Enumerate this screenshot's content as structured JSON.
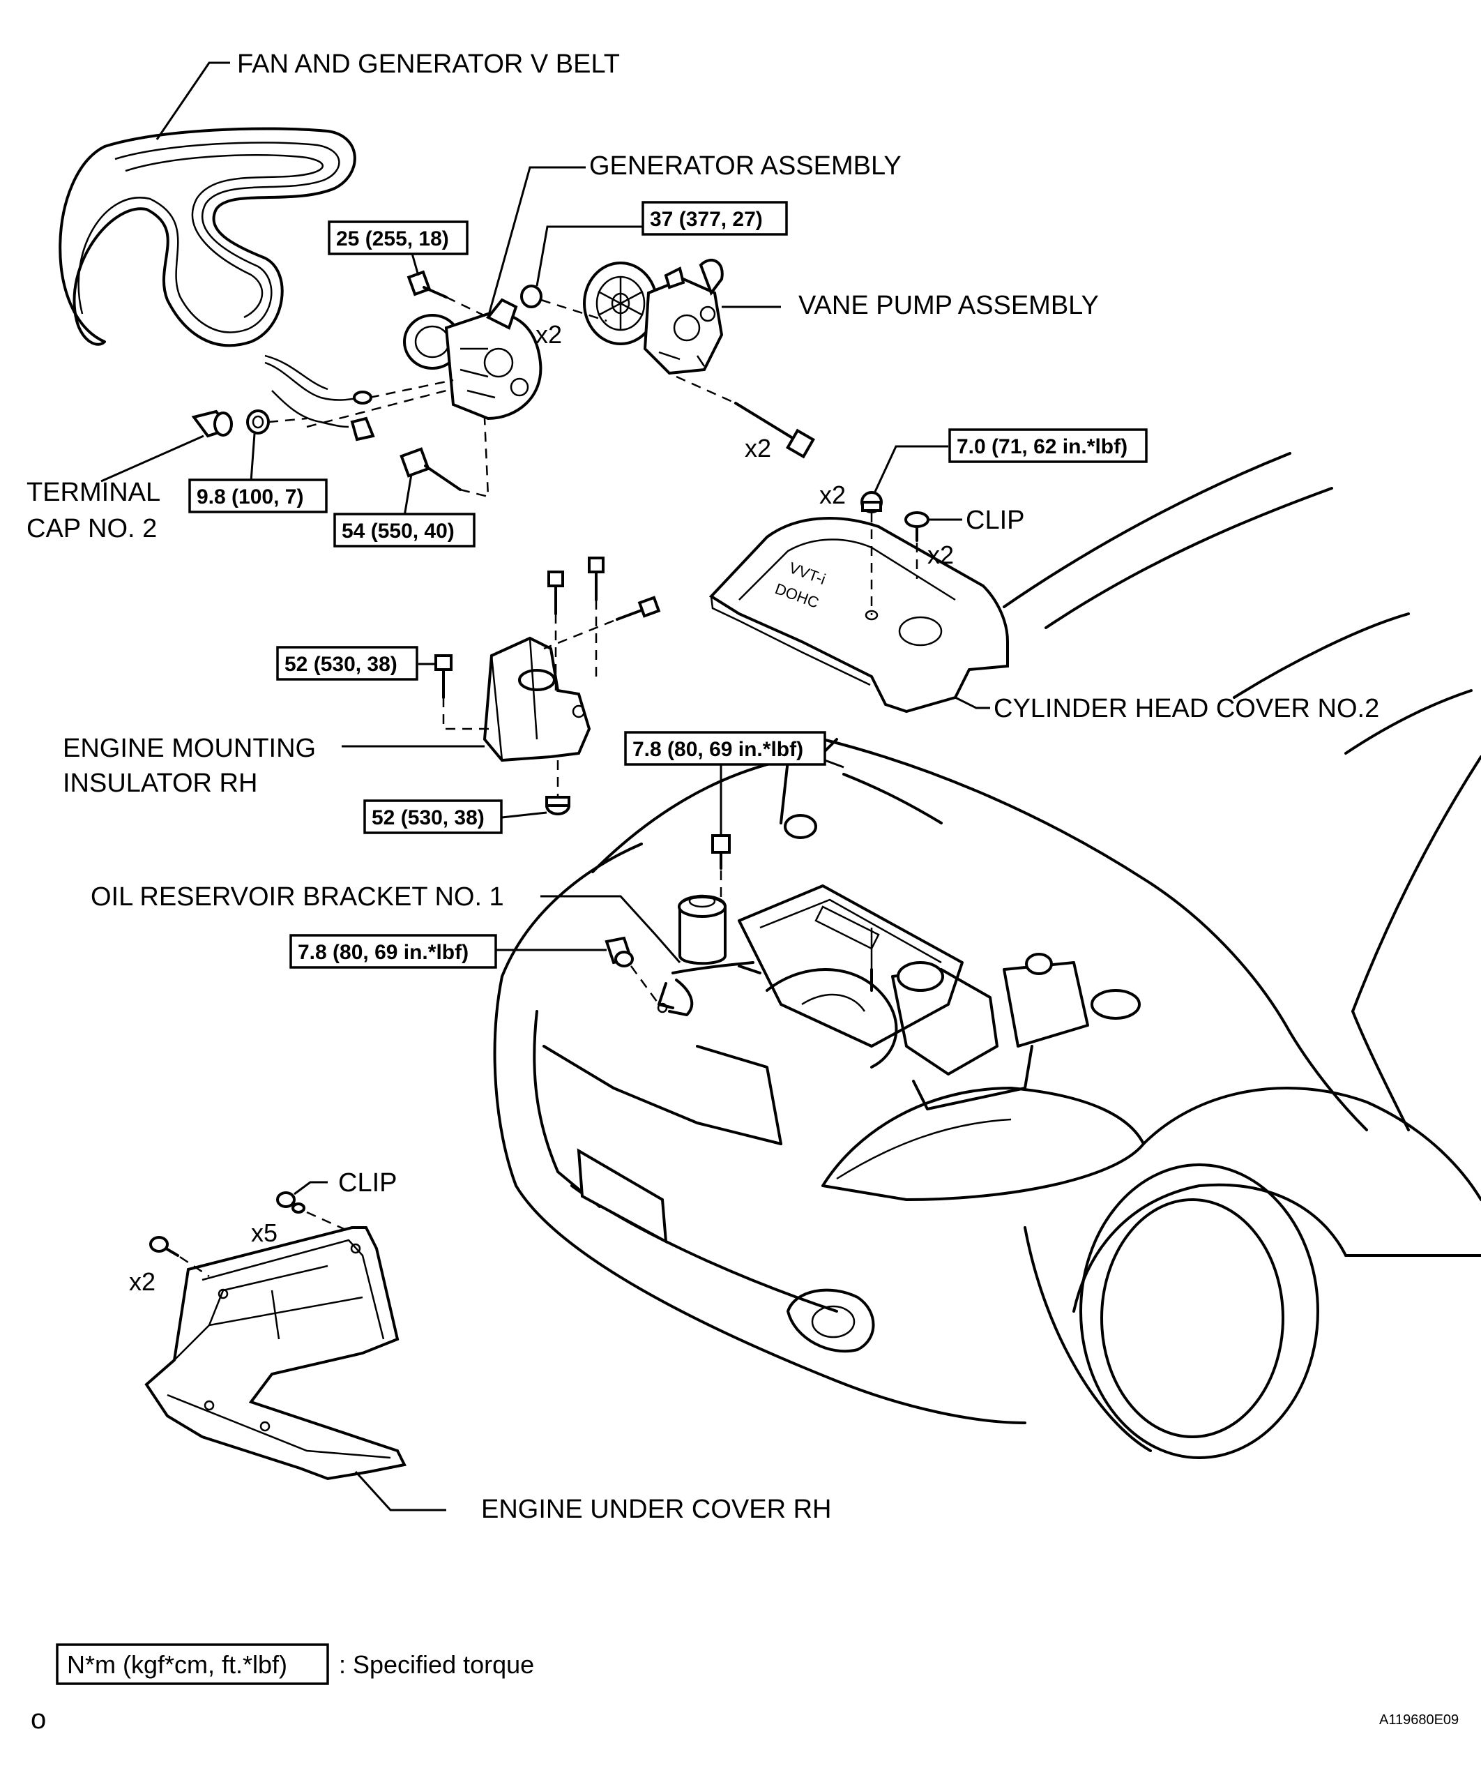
{
  "labels": {
    "fan_belt": "FAN AND GENERATOR V BELT",
    "generator": "GENERATOR ASSEMBLY",
    "vane_pump": "VANE PUMP ASSEMBLY",
    "terminal_cap_line1": "TERMINAL",
    "terminal_cap_line2": "CAP NO. 2",
    "clip_top": "CLIP",
    "cylinder_head_cover": "CYLINDER HEAD COVER NO.2",
    "engine_mount_line1": "ENGINE MOUNTING",
    "engine_mount_line2": "INSULATOR RH",
    "oil_reservoir": "OIL RESERVOIR BRACKET NO. 1",
    "clip_bottom": "CLIP",
    "under_cover": "ENGINE UNDER COVER RH"
  },
  "torques": {
    "generator_upper_bolt": "25 (255, 18)",
    "vane_pump_nut": "37 (377, 27)",
    "terminal_nut": "9.8 (100, 7)",
    "generator_lower_bolt": "54 (550, 40)",
    "head_cover_nut": "7.0 (71, 62 in.*lbf)",
    "mount_bolt_left": "52 (530, 38)",
    "mount_nut_bottom": "52 (530, 38)",
    "reservoir_bolt_upper": "7.8 (80, 69 in.*lbf)",
    "reservoir_bolt_left": "7.8 (80, 69 in.*lbf)"
  },
  "quantities": {
    "vane_nut": "x2",
    "vane_bolt": "x2",
    "cover_nut": "x2",
    "cover_clip": "x2",
    "under_clip": "x5",
    "under_bolt": "x2"
  },
  "legend": {
    "unit": "N*m (kgf*cm, ft.*lbf)",
    "description": ": Specified torque"
  },
  "footer": {
    "left_mark": "o",
    "figure_code": "A119680E09"
  }
}
